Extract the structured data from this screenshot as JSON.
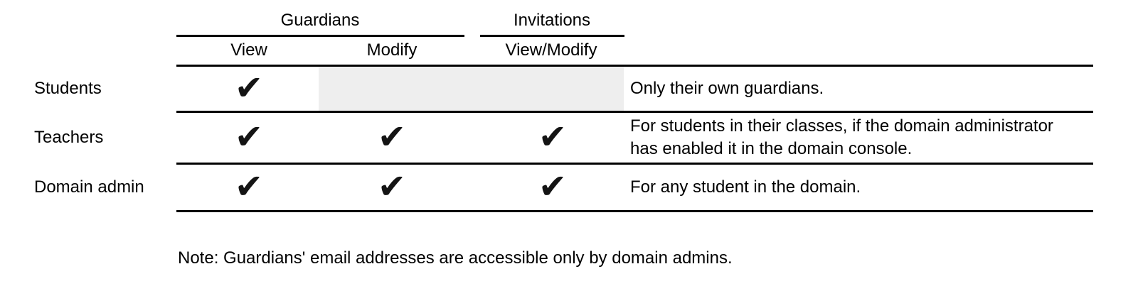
{
  "colors": {
    "background": "#ffffff",
    "text": "#000000",
    "rule": "#000000",
    "check": "#141414",
    "disabled_cell_highlight": "#eeeeee"
  },
  "table": {
    "check_glyph": "✔",
    "column_groups": [
      {
        "label": "Guardians"
      },
      {
        "label": "Invitations"
      }
    ],
    "columns": [
      {
        "label": "View",
        "group": "Guardians"
      },
      {
        "label": "Modify",
        "group": "Guardians"
      },
      {
        "label": "View/Modify",
        "group": "Invitations"
      }
    ],
    "rows": [
      {
        "label": "Students",
        "view": "✔",
        "modify": "",
        "view_modify": "",
        "modify_cells_disabled": true,
        "note": "Only their own guardians."
      },
      {
        "label": "Teachers",
        "view": "✔",
        "modify": "✔",
        "view_modify": "✔",
        "modify_cells_disabled": false,
        "note": "For students in their classes, if the domain administrator has enabled it in the domain console."
      },
      {
        "label": "Domain admin",
        "view": "✔",
        "modify": "✔",
        "view_modify": "✔",
        "modify_cells_disabled": false,
        "note": "For any student in the domain."
      }
    ]
  },
  "footnote": "Note: Guardians' email addresses are accessible only by domain admins."
}
